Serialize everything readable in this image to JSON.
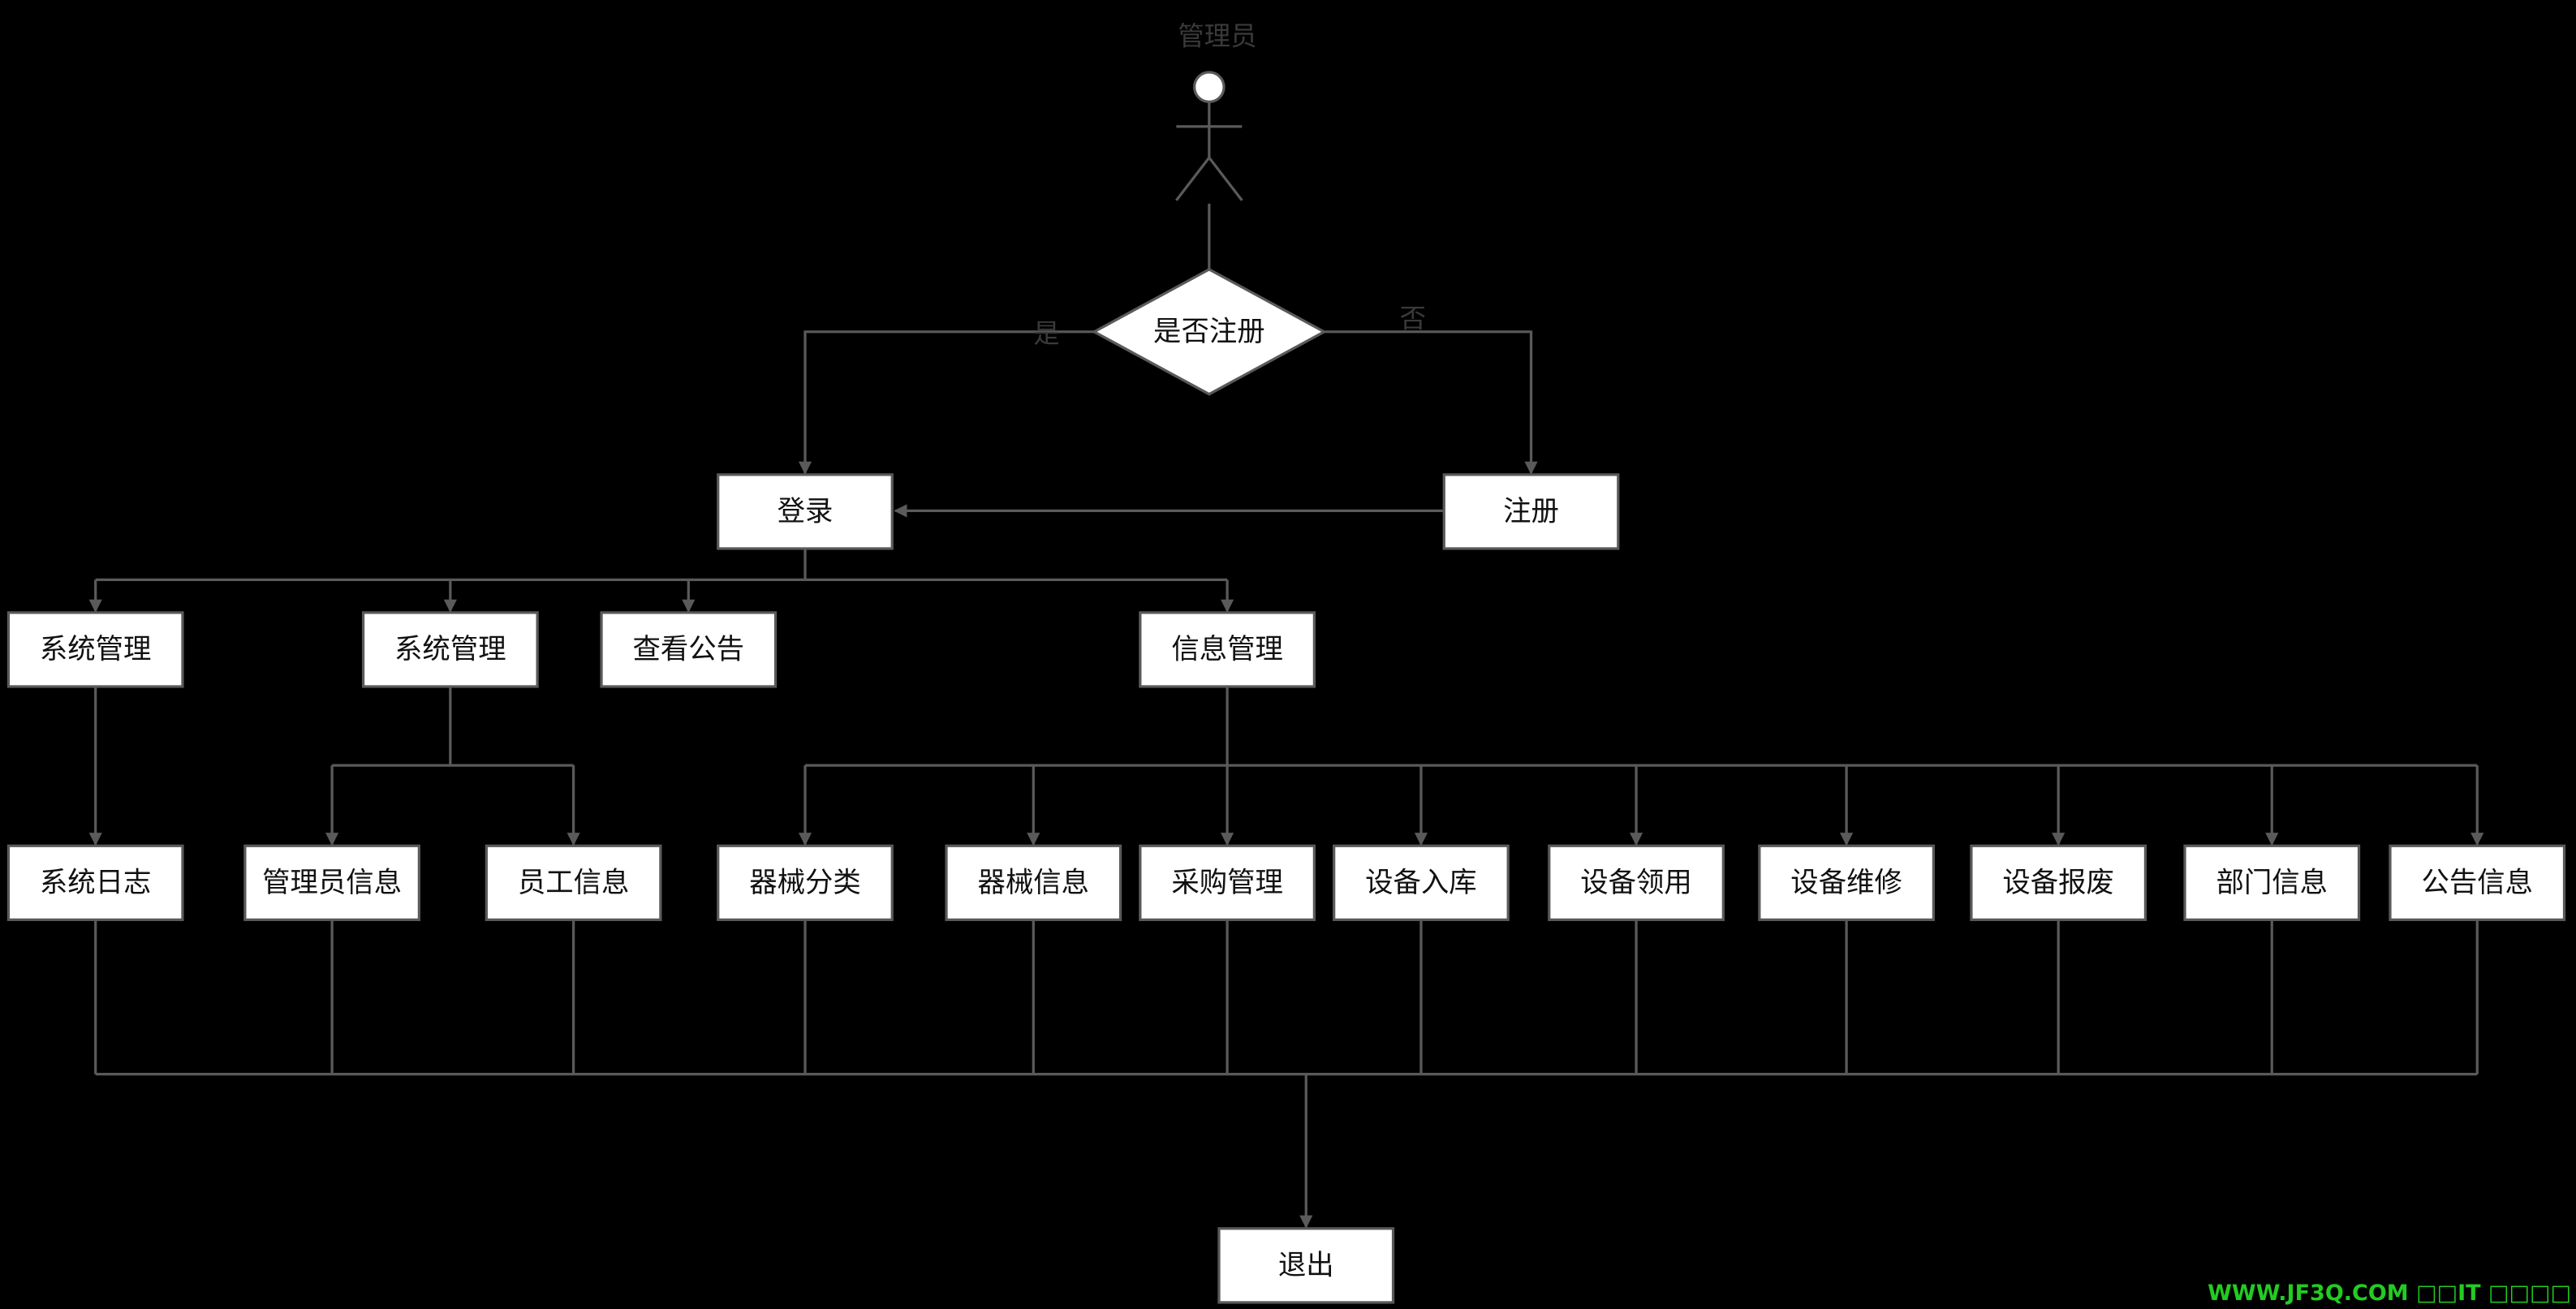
{
  "actor": {
    "label": "管理员"
  },
  "decision": {
    "label": "是否注册",
    "yes_label": "是",
    "no_label": "否"
  },
  "nodes": {
    "login": "登录",
    "register": "注册",
    "row2": [
      "系统管理",
      "系统管理",
      "查看公告",
      "信息管理"
    ],
    "row3": [
      "系统日志",
      "管理员信息",
      "员工信息",
      "器械分类",
      "器械信息",
      "采购管理",
      "设备入库",
      "设备领用",
      "设备维修",
      "设备报废",
      "部门信息",
      "公告信息"
    ],
    "exit": "退出"
  },
  "watermark": "WWW.JF3Q.COM □□IT □□□□",
  "colors": {
    "line": "#5a5a5a",
    "box": "#ffffff",
    "watermark": "#22cc22"
  }
}
